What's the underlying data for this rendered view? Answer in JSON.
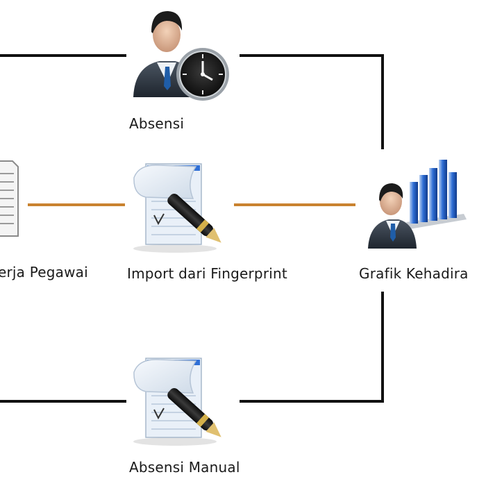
{
  "nodes": {
    "absensi": {
      "label": "Absensi",
      "icon": "businessman-clock-icon"
    },
    "kinerja": {
      "label": "erja Pegawai",
      "icon": "document-list-icon"
    },
    "import": {
      "label": "Import dari Fingerprint",
      "icon": "document-pen-icon"
    },
    "grafik": {
      "label": "Grafik Kehadira",
      "icon": "businessman-bar-chart-icon"
    },
    "manual": {
      "label": "Absensi Manual",
      "icon": "document-pen-icon"
    }
  },
  "colors": {
    "connector_black": "#111111",
    "connector_orange": "#c9822f",
    "suit": "#2b3440",
    "bar_blue": "#2f6fd6"
  }
}
